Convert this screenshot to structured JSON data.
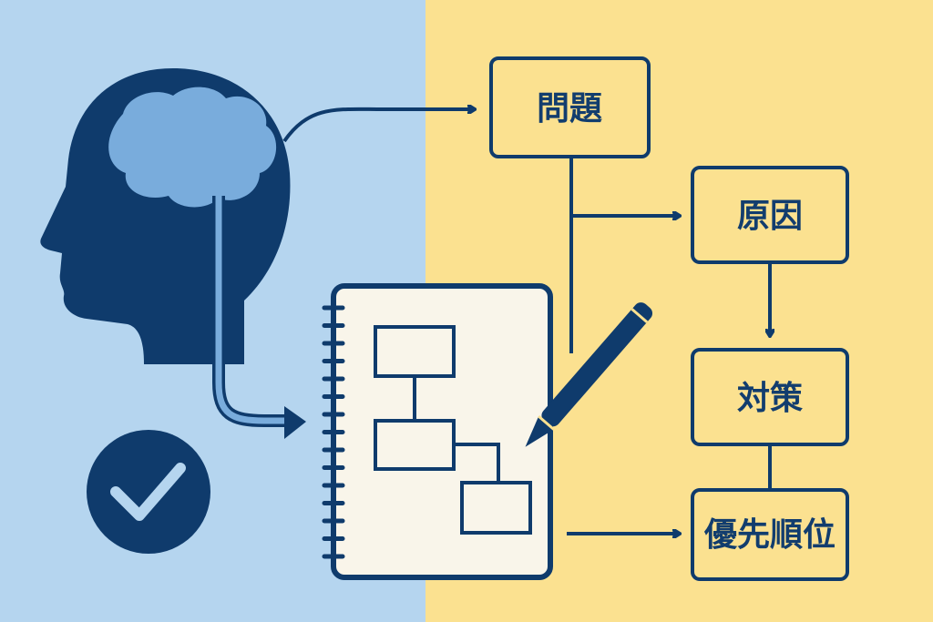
{
  "colors": {
    "left_bg": "#b5d5ef",
    "right_bg": "#fbe190",
    "navy": "#0f3b6c",
    "brain": "#79acdc",
    "paper": "#f9f5ea"
  },
  "flow": {
    "problem": "問題",
    "cause": "原因",
    "countermeasure": "対策",
    "priority": "優先順位"
  },
  "icons": [
    "head-icon",
    "brain-icon",
    "check-icon",
    "notepad-icon",
    "pencil-icon"
  ]
}
